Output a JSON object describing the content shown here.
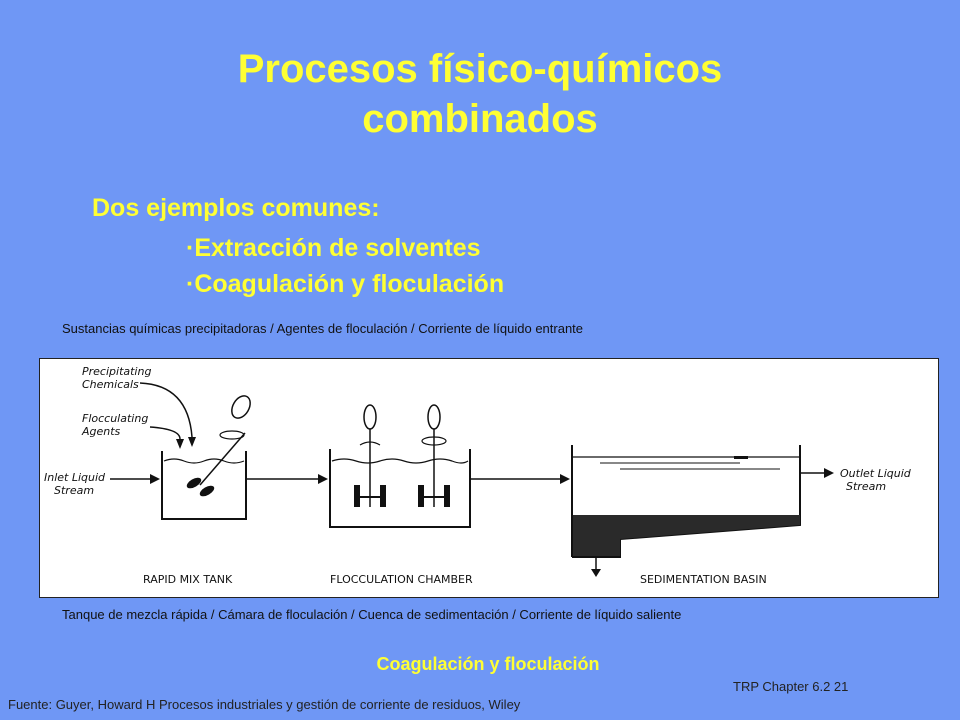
{
  "slide": {
    "title_line1": "Procesos físico-químicos",
    "title_line2": "combinados",
    "subtitle": "Dos ejemplos comunes:",
    "bullets": [
      "·Extracción de solventes",
      "·Coagulación y floculación"
    ],
    "caption_top": "Sustancias químicas precipitadoras  /  Agentes de floculación  /  Corriente de líquido entrante",
    "caption_bottom": "Tanque de mezcla rápida / Cámara de floculación / Cuenca de sedimentación / Corriente de líquido saliente",
    "figure_caption": "Coagulación y floculación",
    "chapter": "TRP Chapter 6.2   21",
    "source": "Fuente: Guyer, Howard H Procesos industriales y gestión de corriente de residuos, Wiley"
  },
  "diagram": {
    "precipitating_1": "Precipitating",
    "precipitating_2": "Chemicals",
    "flocculating_1": "Flocculating",
    "flocculating_2": "Agents",
    "inlet_1": "Inlet Liquid",
    "inlet_2": "Stream",
    "outlet_1": "Outlet Liquid",
    "outlet_2": "Stream",
    "rapid_mix": "RAPID MIX TANK",
    "flocculation": "FLOCCULATION CHAMBER",
    "sedimentation": "SEDIMENTATION BASIN"
  },
  "colors": {
    "background": "#6f97f5",
    "title": "#ffff33"
  }
}
